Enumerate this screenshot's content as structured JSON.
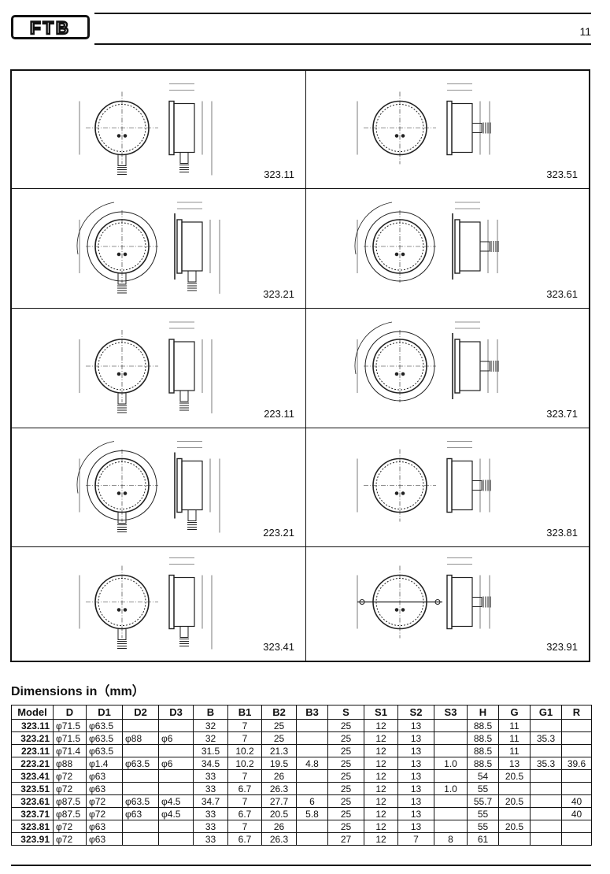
{
  "header": {
    "logo_text": "FTB",
    "page_number": "11"
  },
  "drawings": [
    {
      "model": "323.11"
    },
    {
      "model": "323.51"
    },
    {
      "model": "323.21"
    },
    {
      "model": "323.61"
    },
    {
      "model": "223.11"
    },
    {
      "model": "323.71"
    },
    {
      "model": "223.21"
    },
    {
      "model": "323.81"
    },
    {
      "model": "323.41"
    },
    {
      "model": "323.91"
    }
  ],
  "dimensions": {
    "title": "Dimensions in（mm）",
    "columns": [
      "Model",
      "D",
      "D1",
      "D2",
      "D3",
      "B",
      "B1",
      "B2",
      "B3",
      "S",
      "S1",
      "S2",
      "S3",
      "H",
      "G",
      "G1",
      "R"
    ],
    "rows": [
      [
        "323.11",
        "φ71.5",
        "φ63.5",
        "",
        "",
        "32",
        "7",
        "25",
        "",
        "25",
        "12",
        "13",
        "",
        "88.5",
        "11",
        "",
        ""
      ],
      [
        "323.21",
        "φ71.5",
        "φ63.5",
        "φ88",
        "φ6",
        "32",
        "7",
        "25",
        "",
        "25",
        "12",
        "13",
        "",
        "88.5",
        "11",
        "35.3",
        ""
      ],
      [
        "223.11",
        "φ71.4",
        "φ63.5",
        "",
        "",
        "31.5",
        "10.2",
        "21.3",
        "",
        "25",
        "12",
        "13",
        "",
        "88.5",
        "11",
        "",
        ""
      ],
      [
        "223.21",
        "φ88",
        "φ1.4",
        "φ63.5",
        "φ6",
        "34.5",
        "10.2",
        "19.5",
        "4.8",
        "25",
        "12",
        "13",
        "1.0",
        "88.5",
        "13",
        "35.3",
        "39.6"
      ],
      [
        "323.41",
        "φ72",
        "φ63",
        "",
        "",
        "33",
        "7",
        "26",
        "",
        "25",
        "12",
        "13",
        "",
        "54",
        "20.5",
        "",
        ""
      ],
      [
        "323.51",
        "φ72",
        "φ63",
        "",
        "",
        "33",
        "6.7",
        "26.3",
        "",
        "25",
        "12",
        "13",
        "1.0",
        "55",
        "",
        "",
        ""
      ],
      [
        "323.61",
        "φ87.5",
        "φ72",
        "φ63.5",
        "φ4.5",
        "34.7",
        "7",
        "27.7",
        "6",
        "25",
        "12",
        "13",
        "",
        "55.7",
        "20.5",
        "",
        "40"
      ],
      [
        "323.71",
        "φ87.5",
        "φ72",
        "φ63",
        "φ4.5",
        "33",
        "6.7",
        "20.5",
        "5.8",
        "25",
        "12",
        "13",
        "",
        "55",
        "",
        "",
        "40"
      ],
      [
        "323.81",
        "φ72",
        "φ63",
        "",
        "",
        "33",
        "7",
        "26",
        "",
        "25",
        "12",
        "13",
        "",
        "55",
        "20.5",
        "",
        ""
      ],
      [
        "323.91",
        "φ72",
        "φ63",
        "",
        "",
        "33",
        "6.7",
        "26.3",
        "",
        "27",
        "12",
        "7",
        "8",
        "61",
        "",
        "",
        ""
      ]
    ]
  }
}
